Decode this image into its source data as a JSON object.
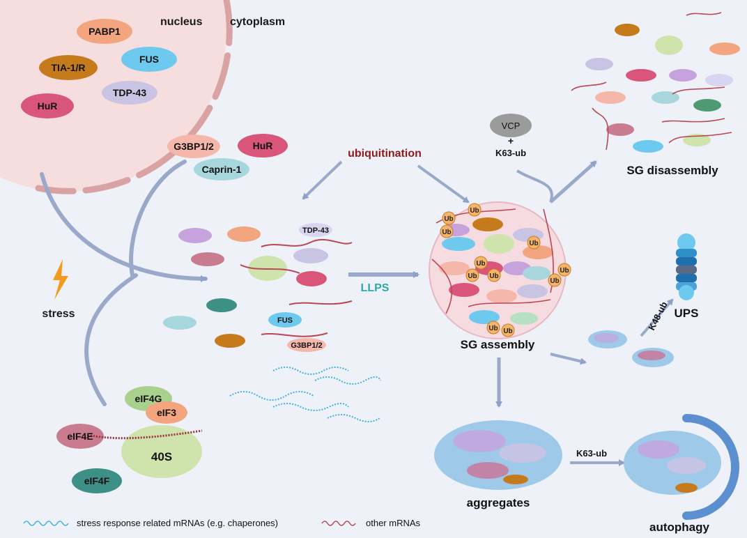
{
  "compartments": {
    "nucleus": "nucleus",
    "cytoplasm": "cytoplasm"
  },
  "nuclear_proteins": [
    "PABP1",
    "TIA-1/R",
    "FUS",
    "TDP-43",
    "HuR"
  ],
  "rbp_group": [
    "G3BP1/2",
    "HuR",
    "Caprin-1"
  ],
  "translation": [
    "eIF4G",
    "eIF3",
    "eIF4E",
    "40S",
    "eIF4F"
  ],
  "droplet_labels": [
    "TDP-43",
    "FUS",
    "G3BP1/2"
  ],
  "process_labels": {
    "stress": "stress",
    "ubiquitination": "ubiquitination",
    "llps": "LLPS",
    "sg_assembly": "SG assembly",
    "sg_disassembly": "SG disassembly",
    "vcp": "VCP",
    "plus": "+",
    "k63_ub": "K63-ub",
    "k48_ub": "K48-ub",
    "ups": "UPS",
    "aggregates": "aggregates",
    "k63_ub_2": "K63-ub",
    "autophagy": "autophagy",
    "ub": "Ub"
  },
  "legend": {
    "stress_mrna": "stress response related mRNAs (e.g. chaperones)",
    "other_mrna": "other mRNAs"
  },
  "colors": {
    "accent_red": "#8b1a1a",
    "accent_teal": "#2aa9a6",
    "nucleus_fill": "#f6dede",
    "arrow": "#8fa1c6"
  }
}
